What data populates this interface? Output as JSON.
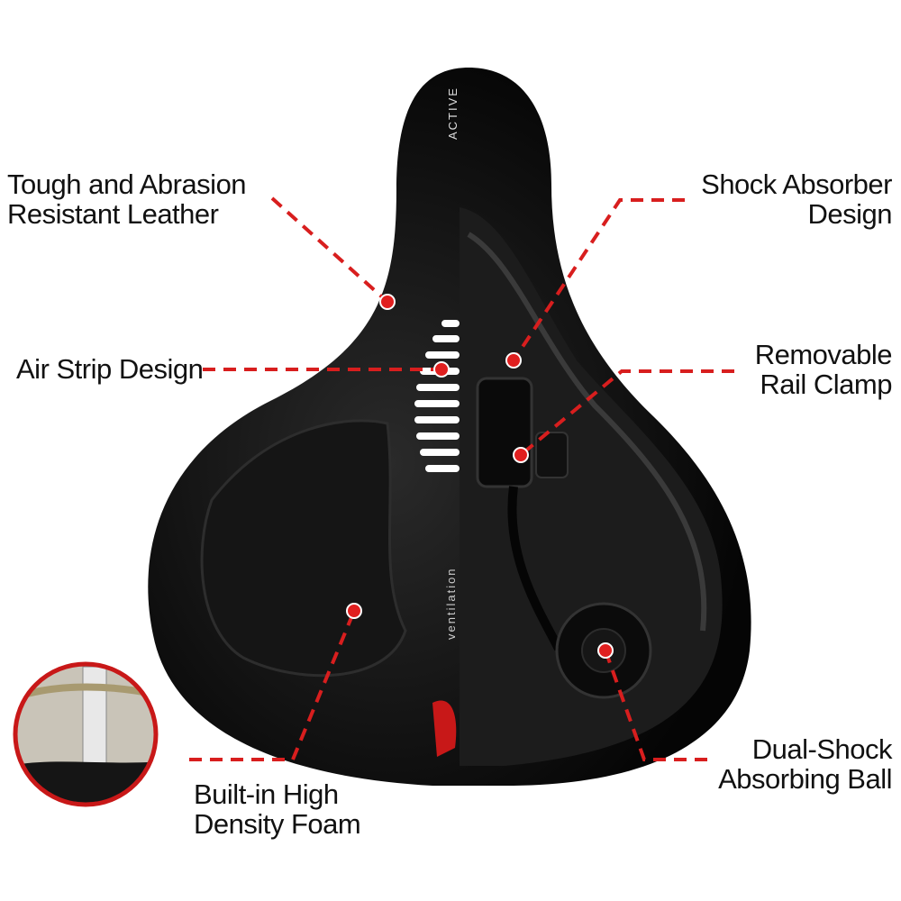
{
  "product": {
    "saddle_text_top": "ACTIVE",
    "saddle_text_side": "ventilation"
  },
  "callouts": {
    "leather": {
      "line1": "Tough and Abrasion",
      "line2": "Resistant Leather"
    },
    "shock_absorber": {
      "line1": "Shock Absorber",
      "line2": "Design"
    },
    "air_strip": {
      "line1": "Air Strip Design"
    },
    "rail_clamp": {
      "line1": "Removable",
      "line2": "Rail Clamp"
    },
    "ball": {
      "line1": "Dual-Shock",
      "line2": "Absorbing Ball"
    },
    "foam": {
      "line1": "Built-in High",
      "line2": "Density Foam"
    }
  },
  "colors": {
    "accent": "#d81e1e",
    "saddle": "#0d0d0d",
    "mechanism": "#1c1c1c"
  }
}
